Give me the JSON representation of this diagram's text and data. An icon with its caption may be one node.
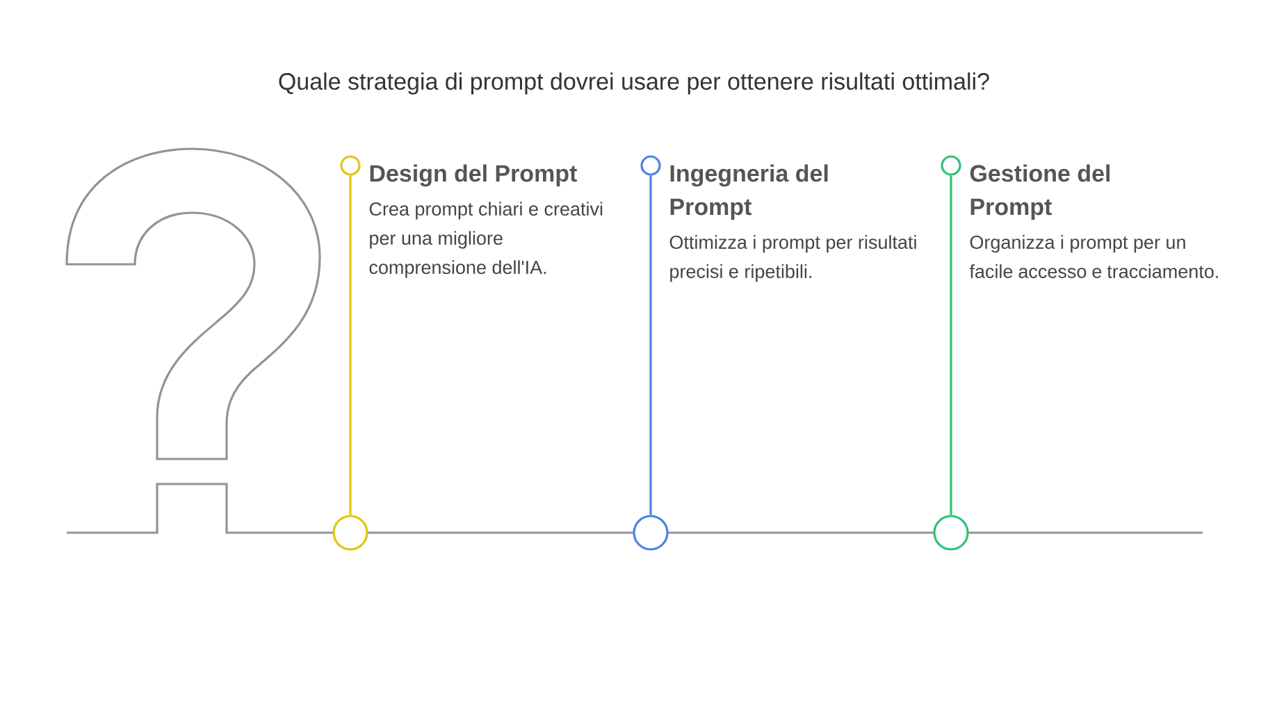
{
  "diagram": {
    "title": "Quale strategia di prompt dovrei usare per ottenere risultati ottimali?",
    "nodes": [
      {
        "text": [],
        "shape": "circle"
      },
      {
        "text": [
          "Design del Prompt",
          "Crea prompt chiari e creativi per una migliore comprensione dell'IA."
        ]
      },
      {
        "text": [],
        "shape": "circle"
      },
      {
        "text": [],
        "shape": "circle"
      },
      {
        "text": [
          "Ingegneria del Prompt",
          "Ottimizza i prompt per risultati precisi e ripetibili."
        ]
      },
      {
        "text": [],
        "shape": "circle"
      },
      {
        "text": [],
        "shape": "circle"
      },
      {
        "text": [
          "Gestione del Prompt",
          "Organizza i prompt per un facile accesso e tracciamento."
        ]
      },
      {
        "text": [],
        "shape": "circle"
      }
    ],
    "edges": [
      {
        "from": 2,
        "to": 0,
        "arrow": "none",
        "color": "#e2c50f"
      },
      {
        "from": 5,
        "to": 3,
        "arrow": "none",
        "color": "#4a82e8"
      },
      {
        "from": 8,
        "to": 6,
        "arrow": "none",
        "color": "#2fc27a"
      }
    ]
  }
}
